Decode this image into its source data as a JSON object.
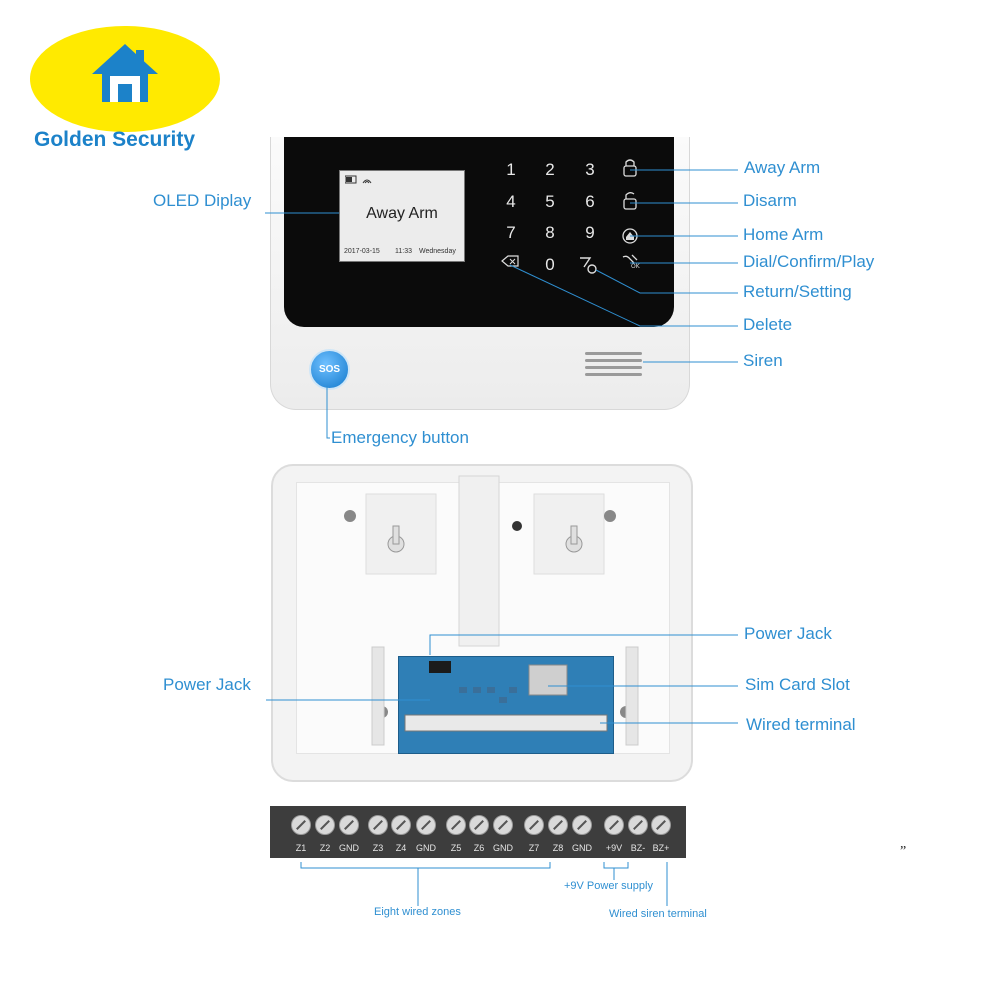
{
  "brand": {
    "name": "Golden Security",
    "logo_icon": "house-icon"
  },
  "oled": {
    "mode": "Away Arm",
    "date": "2017-03-15",
    "time": "11:33",
    "day": "Wednesday"
  },
  "keypad": {
    "keys": [
      "1",
      "2",
      "3",
      "4",
      "5",
      "6",
      "7",
      "8",
      "9",
      "0"
    ]
  },
  "sos_label": "SOS",
  "front_callouts": {
    "oled_display": "OLED Diplay",
    "away_arm": "Away Arm",
    "disarm": "Disarm",
    "home_arm": "Home Arm",
    "dial": "Dial/Confirm/Play",
    "return_setting": "Return/Setting",
    "delete": "Delete",
    "siren": "Siren",
    "emergency": "Emergency button"
  },
  "back_callouts": {
    "power_jack_left": "Power Jack",
    "power_jack_right": "Power Jack",
    "sim_slot": "Sim Card Slot",
    "wired_terminal": "Wired terminal"
  },
  "terminal": {
    "labels": [
      "Z1",
      "Z2",
      "GND",
      "Z3",
      "Z4",
      "GND",
      "Z5",
      "Z6",
      "GND",
      "Z7",
      "Z8",
      "GND",
      "+9V",
      "BZ-",
      "BZ+"
    ],
    "zones_note": "Eight wired zones",
    "power_note": "+9V Power supply",
    "siren_note": "Wired siren terminal"
  },
  "stray_mark": "”"
}
